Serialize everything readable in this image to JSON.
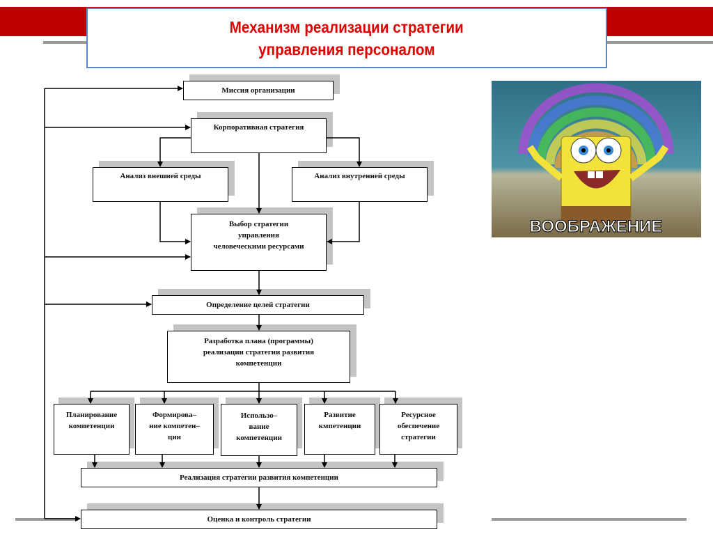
{
  "title": {
    "line1": "Механизм реализации стратегии",
    "line2": "управления персоналом"
  },
  "colors": {
    "accent_red": "#c00000",
    "title_red": "#e00000",
    "title_border": "#5b86c0"
  },
  "diagram": {
    "mission": "Миссия организации",
    "corporate": "Корпоративная стратегия",
    "external": "Анализ внешней среды",
    "internal": "Анализ внутренней среды",
    "choice": [
      "Выбор стратегии",
      "управления",
      "человеческими ресурсами"
    ],
    "goals": "Определение целей стратегии",
    "plan": [
      "Разработка плана (программы)",
      "реализации стратегии развития",
      "компетенции"
    ],
    "subs": [
      [
        "Планирование",
        "компетенции"
      ],
      [
        "Формирова–",
        "ние компетен–",
        "ции"
      ],
      [
        "Использо–",
        "вание",
        "компетенции"
      ],
      [
        "Развитие",
        "кмпетенции"
      ],
      [
        "Ресурсное",
        "обеспечение",
        "стратегии"
      ]
    ],
    "implementation": "Реализация стратегии развития компетенции",
    "evaluation": "Оценка и контроль стратегии"
  },
  "image": {
    "caption": "ВООБРАЖЕНИЕ"
  }
}
